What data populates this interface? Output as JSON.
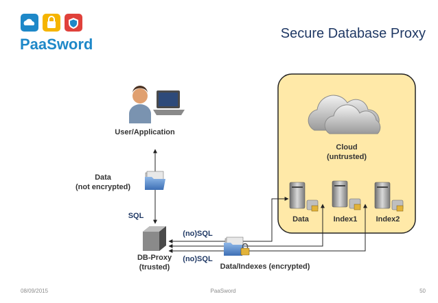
{
  "slide": {
    "title": "Secure Database Proxy",
    "logo_text": "PaaSword",
    "footer": {
      "date": "08/09/2015",
      "center": "PaaSword",
      "page": "50"
    }
  },
  "diagram": {
    "user_label": "User/Application",
    "data_label_line1": "Data",
    "data_label_line2": "(not encrypted)",
    "sql_label": "SQL",
    "proxy_line1": "DB-Proxy",
    "proxy_line2": "(trusted)",
    "nosql_top": "(no)SQL",
    "nosql_bottom": "(no)SQL",
    "encrypted_label": "Data/Indexes (encrypted)",
    "cloud_line1": "Cloud",
    "cloud_line2": "(untrusted)",
    "servers": [
      "Data",
      "Index1",
      "Index2"
    ]
  },
  "colors": {
    "cloud_box_fill": "#ffe9a8",
    "cloud_box_border": "#222222",
    "title": "#1f3864",
    "logo_blue": "#1e88c8",
    "logo_yellow": "#f5b400",
    "logo_red": "#e0413b"
  }
}
